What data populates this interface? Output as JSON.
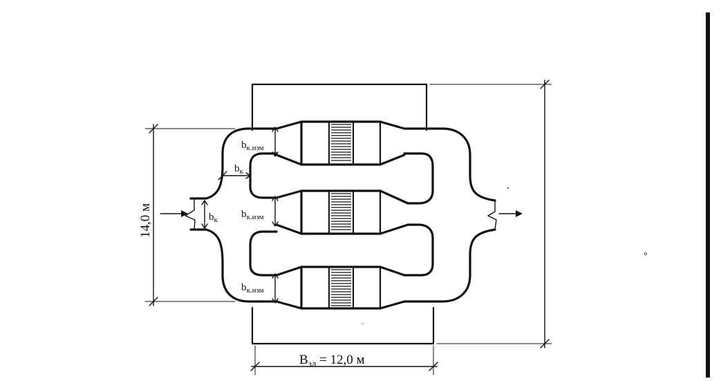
{
  "labels": {
    "bk_izm_top": {
      "main": "b",
      "sub": "к.изм"
    },
    "bk_izm_mid": {
      "main": "b",
      "sub": "к.изм"
    },
    "bk_izm_bot": {
      "main": "b",
      "sub": "к.изм"
    },
    "bk_upper": {
      "main": "b",
      "sub": "к"
    },
    "bk_inlet": {
      "main": "b",
      "sub": "к"
    }
  },
  "dimensions": {
    "height_label": "14,0 м",
    "width_main": "B",
    "width_sub": "зл",
    "width_value": " = 12,0 м"
  },
  "colors": {
    "line": "#111111",
    "background": "#ffffff"
  },
  "icons": {
    "inlet_arrow": "arrow-right-icon",
    "outlet_arrow": "arrow-right-icon"
  }
}
